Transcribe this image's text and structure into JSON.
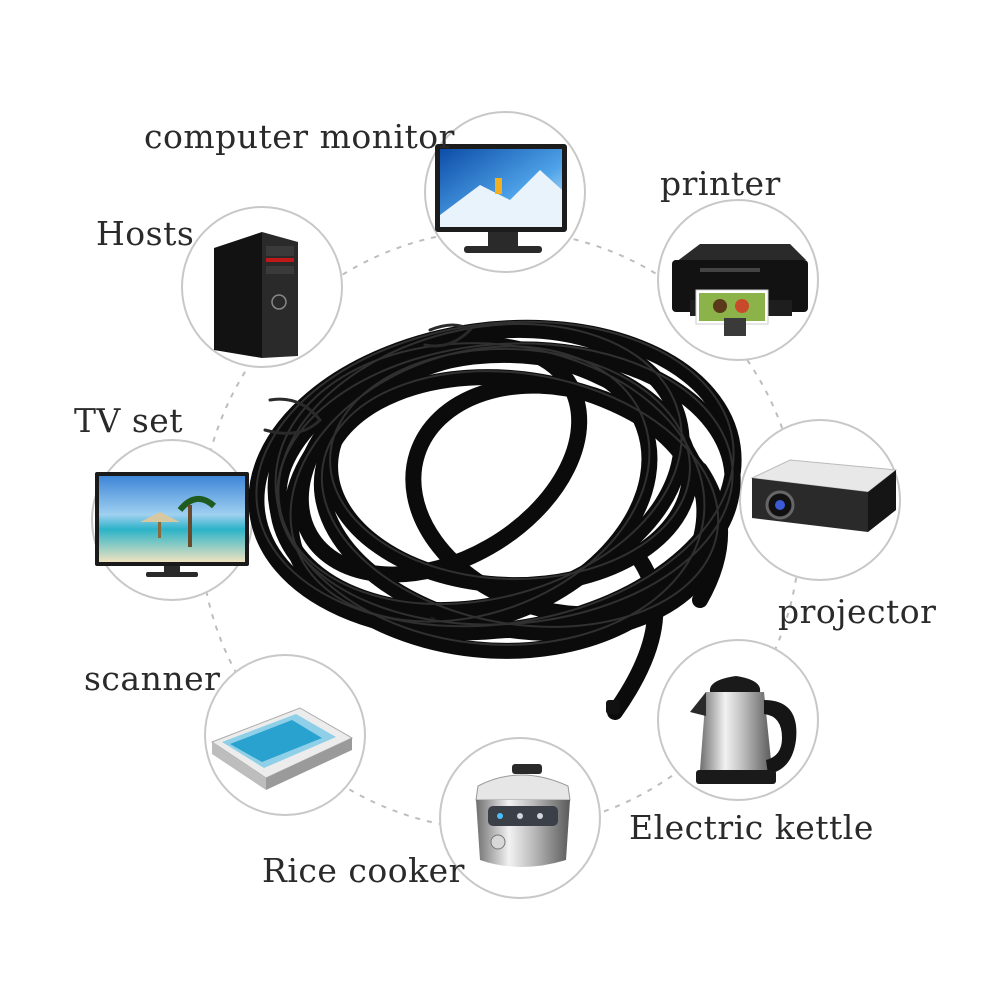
{
  "labels": {
    "monitor": "computer monitor",
    "hosts": "Hosts",
    "printer": "printer",
    "tv": "TV set",
    "projector": "projector",
    "scanner": "scanner",
    "kettle": "Electric kettle",
    "rice_cooker": "Rice cooker"
  },
  "colors": {
    "background": "#ffffff",
    "cable": "#111111",
    "circle_border": "#c8c8c8",
    "dashed_ring": "#bdbdbd",
    "label_text": "#2a2a2a"
  },
  "icons": [
    "computer-monitor-icon",
    "desktop-tower-icon",
    "printer-icon",
    "tv-icon",
    "projector-icon",
    "scanner-icon",
    "electric-kettle-icon",
    "rice-cooker-icon",
    "cable-coil"
  ]
}
